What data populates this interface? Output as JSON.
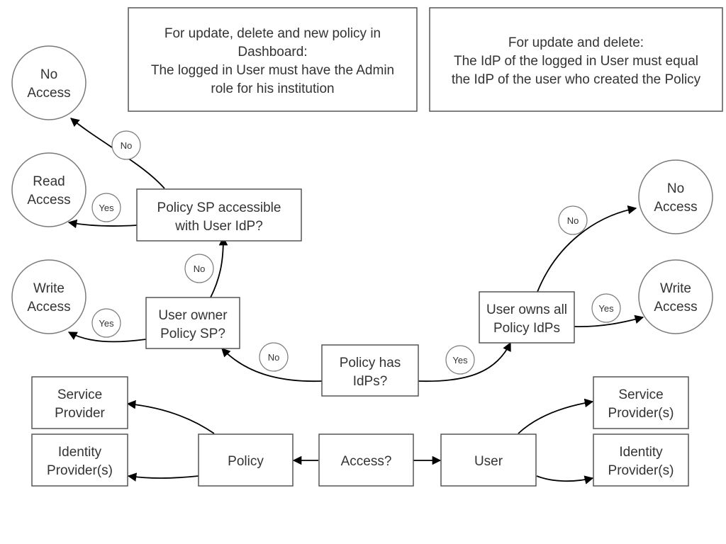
{
  "notes": {
    "admin_rule": [
      "For update, delete and new policy in",
      "Dashboard:",
      "The logged in User must have the Admin",
      "role for his institution"
    ],
    "idp_rule": [
      "For update and delete:",
      "The IdP of the logged in User must equal",
      "the IdP of the user who created the Policy"
    ]
  },
  "outcomes": {
    "no_access_left": [
      "No",
      "Access"
    ],
    "read_access": [
      "Read",
      "Access"
    ],
    "write_access_left": [
      "Write",
      "Access"
    ],
    "no_access_right": [
      "No",
      "Access"
    ],
    "write_access_right": [
      "Write",
      "Access"
    ]
  },
  "decisions": {
    "policy_sp_accessible": [
      "Policy SP accessible",
      "with User IdP?"
    ],
    "user_owner_policy_sp": [
      "User owner",
      "Policy SP?"
    ],
    "policy_has_idps": [
      "Policy has",
      "IdPs?"
    ],
    "user_owns_all_idps": [
      "User owns all",
      "Policy IdPs"
    ]
  },
  "entities": {
    "access": "Access?",
    "policy": "Policy",
    "user": "User",
    "service_provider_left": [
      "Service",
      "Provider"
    ],
    "identity_provider_left": [
      "Identity",
      "Provider(s)"
    ],
    "service_provider_right": [
      "Service",
      "Provider(s)"
    ],
    "identity_provider_right": [
      "Identity",
      "Provider(s)"
    ]
  },
  "edge_labels": {
    "yes": "Yes",
    "no": "No"
  }
}
